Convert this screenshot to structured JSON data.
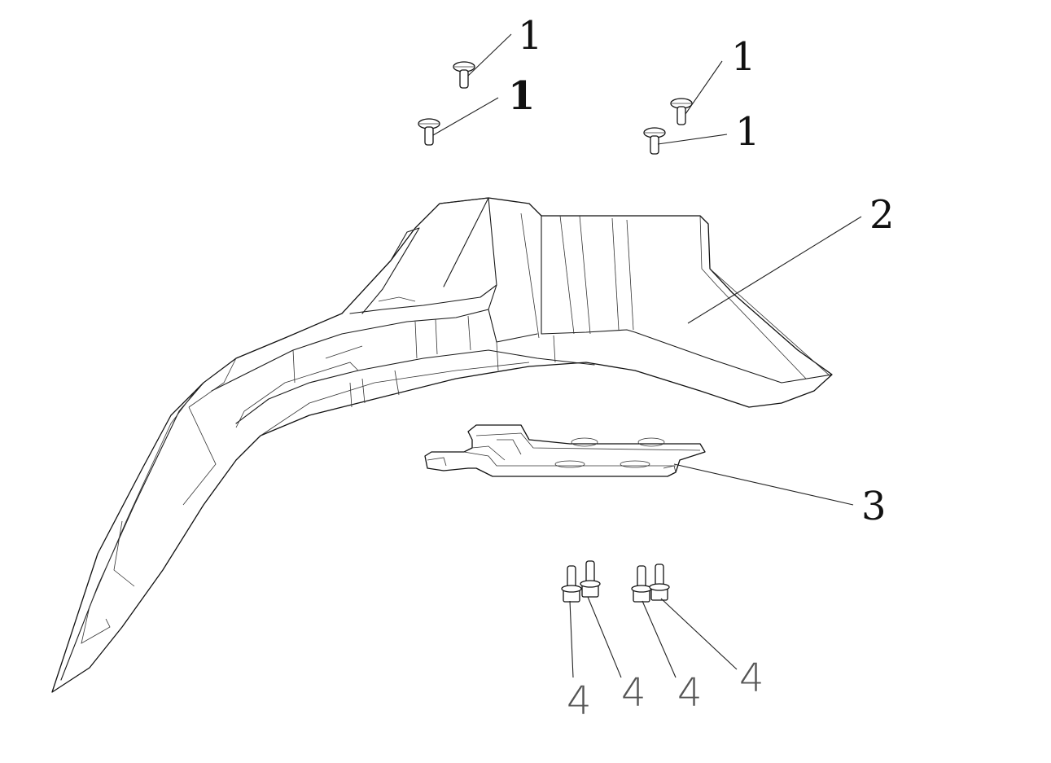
{
  "callouts": {
    "c1a": "1",
    "c1b": "1",
    "c1c": "1",
    "c1d": "1",
    "c2": "2",
    "c3": "3",
    "c4a": "4",
    "c4b": "4",
    "c4c": "4",
    "c4d": "4"
  },
  "colors": {
    "ink": "#111111",
    "grey_label": "#555555",
    "background": "#ffffff"
  }
}
